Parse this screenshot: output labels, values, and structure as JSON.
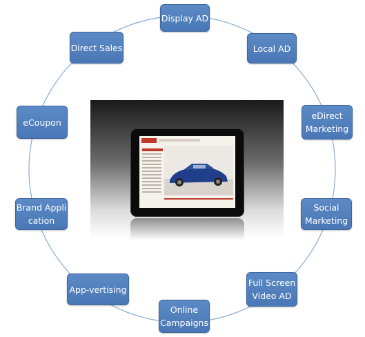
{
  "nodes": [
    {
      "id": "display-ad",
      "label": "Display AD"
    },
    {
      "id": "local-ad",
      "label": "Local AD"
    },
    {
      "id": "edirect-marketing",
      "label": "eDirect\nMarketing"
    },
    {
      "id": "social-marketing",
      "label": "Social\nMarketing"
    },
    {
      "id": "full-screen-video-ad",
      "label": "Full Screen\nVideo AD"
    },
    {
      "id": "online-campaigns",
      "label": "Online\nCampaigns"
    },
    {
      "id": "app-vertising",
      "label": "App-vertising"
    },
    {
      "id": "brand-application",
      "label": "Brand Appli\ncation"
    },
    {
      "id": "ecoupon",
      "label": "eCoupon"
    },
    {
      "id": "direct-sales",
      "label": "Direct Sales"
    }
  ],
  "colors": {
    "node_fill": "#5080bf",
    "node_border": "#3d669d",
    "ring": "#8fb0d6",
    "car": "#1f3f8a"
  }
}
